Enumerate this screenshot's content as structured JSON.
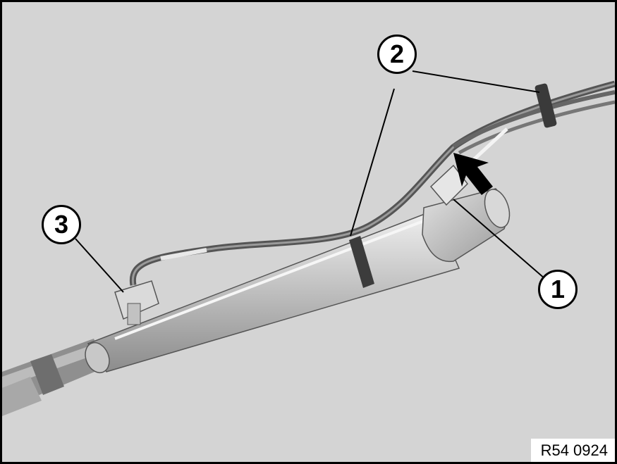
{
  "callouts": [
    {
      "id": "1",
      "label": "1"
    },
    {
      "id": "2",
      "label": "2"
    },
    {
      "id": "3",
      "label": "3"
    }
  ],
  "reference_code": "R54 0924",
  "colors": {
    "background": "#d4d4d4",
    "border": "#000000",
    "component": "#bcbcbc",
    "hose": "#4a4a4a"
  }
}
